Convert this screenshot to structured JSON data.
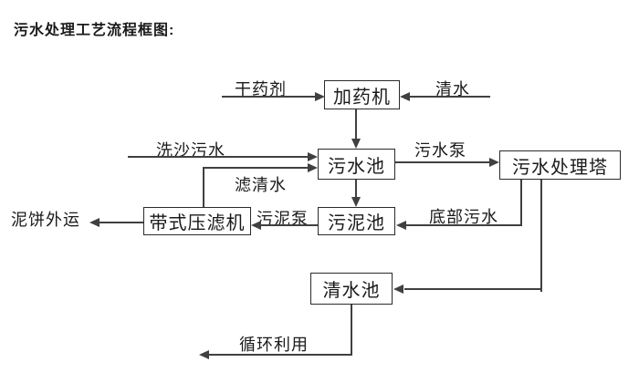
{
  "title": "污水处理工艺流程框图:",
  "colors": {
    "line": "#404040",
    "box_border": "#2b2b2b",
    "box_fill": "#ffffff",
    "text": "#1a1a1a",
    "background": "#ffffff"
  },
  "nodes": {
    "dosing": {
      "label": "加药机"
    },
    "sewage_pool": {
      "label": "污水池"
    },
    "treatment_tower": {
      "label": "污水处理塔"
    },
    "sludge_pool": {
      "label": "污泥池"
    },
    "belt_press": {
      "label": "带式压滤机"
    },
    "clean_pool": {
      "label": "清水池"
    }
  },
  "edge_labels": {
    "dry_agent": "干药剂",
    "clean_water": "清水",
    "sand_wash_sewage": "洗沙污水",
    "sewage_pump": "污水泵",
    "filtered_water": "滤清水",
    "sludge_pump": "污泥泵",
    "bottom_sewage": "底部污水",
    "mud_cake_out": "泥饼外运",
    "recycle": "循环利用"
  },
  "edges": [
    {
      "from": "external",
      "to": "dosing",
      "label": "干药剂"
    },
    {
      "from": "external",
      "to": "dosing",
      "label": "清水"
    },
    {
      "from": "dosing",
      "to": "sewage_pool",
      "label": ""
    },
    {
      "from": "external",
      "to": "sewage_pool",
      "label": "洗沙污水"
    },
    {
      "from": "belt_press",
      "to": "sewage_pool",
      "label": "滤清水"
    },
    {
      "from": "sewage_pool",
      "to": "treatment_tower",
      "label": "污水泵"
    },
    {
      "from": "sewage_pool",
      "to": "sludge_pool",
      "label": ""
    },
    {
      "from": "treatment_tower",
      "to": "sludge_pool",
      "label": "底部污水"
    },
    {
      "from": "sludge_pool",
      "to": "belt_press",
      "label": "污泥泵"
    },
    {
      "from": "belt_press",
      "to": "external",
      "label": "泥饼外运"
    },
    {
      "from": "treatment_tower",
      "to": "clean_pool",
      "label": ""
    },
    {
      "from": "clean_pool",
      "to": "external",
      "label": "循环利用"
    }
  ]
}
